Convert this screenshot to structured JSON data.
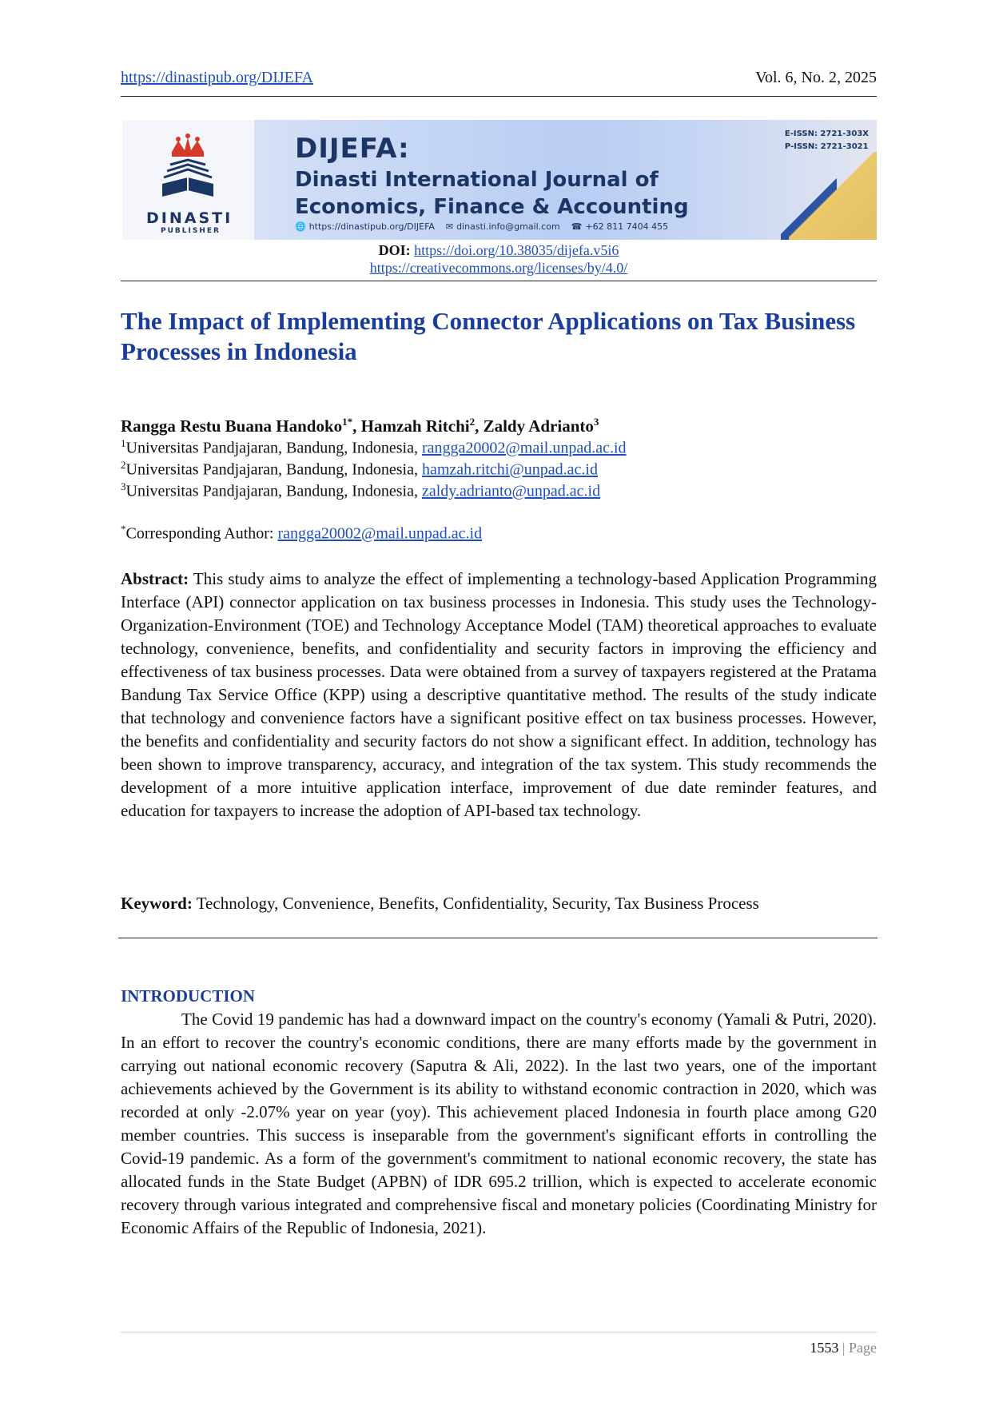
{
  "header": {
    "url": "https://dinastipub.org/DIJEFA",
    "volume": "Vol. 6, No. 2, 2025"
  },
  "banner": {
    "journal_short": "DIJEFA:",
    "journal_line1": "Dinasti International Journal of",
    "journal_line2": "Economics, Finance & Accounting",
    "contact_web": "https://dinastipub.org/DIJEFA",
    "contact_email": "dinasti.info@gmail.com",
    "contact_phone": "+62 811 7404 455",
    "eissn": "E-ISSN: 2721-303X",
    "pissn": "P-ISSN: 2721-3021",
    "publisher_name": "DINASTI",
    "publisher_sub": "PUBLISHER",
    "accent_navy": "#1b3565",
    "accent_gold": "#e2c064"
  },
  "doi": {
    "label": "DOI:",
    "link": "https://doi.org/10.38035/dijefa.v5i6",
    "license": "https://creativecommons.org/licenses/by/4.0/"
  },
  "title": "The Impact of Implementing Connector Applications on Tax Business Processes in Indonesia",
  "authors": [
    {
      "name": "Rangga Restu Buana Handoko",
      "sup": "1*"
    },
    {
      "name": "Hamzah Ritchi",
      "sup": "2"
    },
    {
      "name": "Zaldy Adrianto",
      "sup": "3"
    }
  ],
  "author_sep": ", ",
  "affiliations": [
    {
      "num": "1",
      "text": "Universitas Pandjajaran, Bandung, Indonesia, ",
      "email": "rangga20002@mail.unpad.ac.id"
    },
    {
      "num": "2",
      "text": "Universitas Pandjajaran, Bandung, Indonesia, ",
      "email": "hamzah.ritchi@unpad.ac.id"
    },
    {
      "num": "3",
      "text": "Universitas Pandjajaran, Bandung, Indonesia, ",
      "email": "zaldy.adrianto@unpad.ac.id"
    }
  ],
  "corresponding": {
    "sup": "*",
    "label": "Corresponding Author: ",
    "email": "rangga20002@mail.unpad.ac.id"
  },
  "abstract": {
    "label": "Abstract:",
    "text": " This study aims to analyze the effect of implementing a technology-based Application Programming Interface (API) connector application on tax business processes in Indonesia. This study uses the Technology-Organization-Environment (TOE) and Technology Acceptance Model (TAM) theoretical approaches to evaluate technology, convenience, benefits, and confidentiality and security factors in improving the efficiency and effectiveness of tax business processes. Data were obtained from a survey of taxpayers registered at the Pratama Bandung Tax Service Office (KPP) using a descriptive quantitative method. The results of the study indicate that technology and convenience factors have a significant positive effect on tax business processes. However, the benefits and confidentiality and security factors do not show a significant effect. In addition, technology has been shown to improve transparency, accuracy, and integration of the tax system. This study recommends the development of a more intuitive application interface, improvement of due date reminder features, and education for taxpayers to increase the adoption of API-based tax technology."
  },
  "keyword": {
    "label": "Keyword:",
    "text": " Technology, Convenience, Benefits, Confidentiality, Security, Tax Business Process"
  },
  "introduction": {
    "heading": "INTRODUCTION",
    "text": "The Covid 19 pandemic has had a downward impact on the country's economy (Yamali & Putri, 2020). In an effort to recover the country's economic conditions, there are many efforts made by the government in carrying out national economic recovery (Saputra & Ali, 2022). In the last two years, one of the important achievements achieved by the Government is its ability to withstand economic contraction in 2020, which was recorded at only -2.07% year on year (yoy). This achievement placed Indonesia in fourth place among G20 member countries. This success is inseparable from the government's significant efforts in controlling the Covid-19 pandemic. As a form of the government's commitment to national economic recovery, the state has allocated funds in the State Budget (APBN) of IDR 695.2 trillion, which is expected to accelerate economic recovery through various integrated and comprehensive fiscal and monetary policies (Coordinating Ministry for Economic Affairs of the Republic of Indonesia, 2021)."
  },
  "footer": {
    "page_number": "1553",
    "separator": "|",
    "page_word": "Page"
  }
}
